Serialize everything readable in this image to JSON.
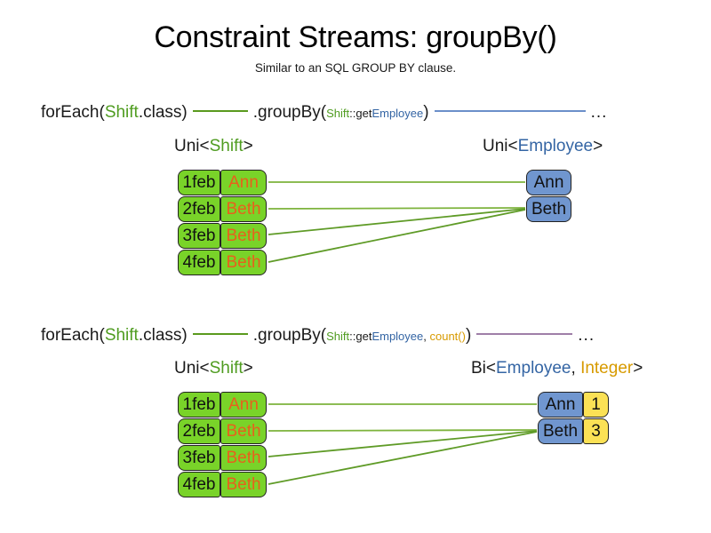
{
  "page": {
    "title": "Constraint Streams: groupBy()",
    "subtitle": "Similar to an SQL GROUP BY clause.",
    "background": "#ffffff"
  },
  "colors": {
    "shift_green": "#4f9c20",
    "employee_blue": "#3465a4",
    "integer_gold": "#d79a00",
    "box_green": "#79d329",
    "box_blue": "#7096cf",
    "box_yellow": "#fbe155",
    "fact_text_orange": "#e8601c",
    "edge_green": "#6aa832",
    "edge_blue": "#6b8fc9",
    "edge_purple": "#9f7fa8"
  },
  "sections": [
    {
      "id": "section-groupby-single",
      "code": {
        "for_each": "forEach(",
        "for_each_type": "Shift",
        "for_each_suffix": ".class)",
        "group_by": ".groupBy(",
        "mapper_class": "Shift",
        "mapper_sep": "::get",
        "mapper_prop": "Employee",
        "group_by_close": ")",
        "ellipsis": "..."
      },
      "left_label": {
        "prefix": "Uni<",
        "type": "Shift",
        "suffix": ">"
      },
      "right_label": {
        "prefix": "Uni<",
        "type": "Employee",
        "suffix": ">"
      },
      "left_rows": [
        {
          "date": "1feb",
          "employee": "Ann"
        },
        {
          "date": "2feb",
          "employee": "Beth"
        },
        {
          "date": "3feb",
          "employee": "Beth"
        },
        {
          "date": "4feb",
          "employee": "Beth"
        }
      ],
      "right_rows": [
        {
          "employee": "Ann"
        },
        {
          "employee": "Beth"
        }
      ]
    },
    {
      "id": "section-groupby-count",
      "code": {
        "for_each": "forEach(",
        "for_each_type": "Shift",
        "for_each_suffix": ".class)",
        "group_by": ".groupBy(",
        "mapper_class": "Shift",
        "mapper_sep": "::get",
        "mapper_prop": "Employee",
        "mapper_comma": ", ",
        "collector": "count()",
        "group_by_close": ")",
        "ellipsis": "..."
      },
      "left_label": {
        "prefix": "Uni<",
        "type": "Shift",
        "suffix": ">"
      },
      "right_label": {
        "prefix": "Bi<",
        "type_a": "Employee",
        "comma": ", ",
        "type_b": "Integer",
        "suffix": ">"
      },
      "left_rows": [
        {
          "date": "1feb",
          "employee": "Ann"
        },
        {
          "date": "2feb",
          "employee": "Beth"
        },
        {
          "date": "3feb",
          "employee": "Beth"
        },
        {
          "date": "4feb",
          "employee": "Beth"
        }
      ],
      "right_rows": [
        {
          "employee": "Ann",
          "count": "1"
        },
        {
          "employee": "Beth",
          "count": "3"
        }
      ]
    }
  ]
}
